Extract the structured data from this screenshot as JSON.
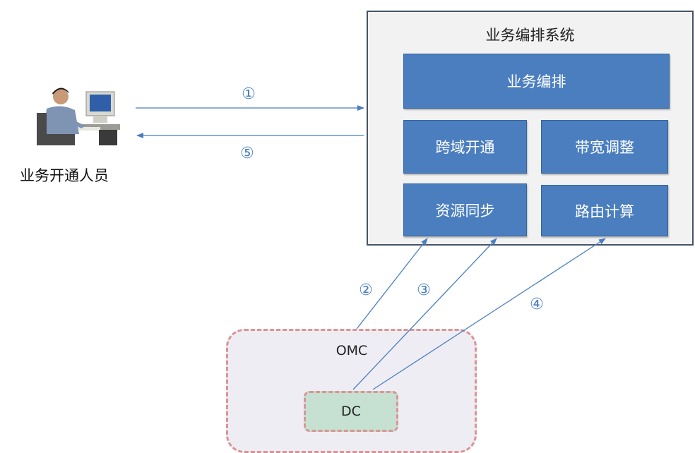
{
  "system": {
    "title": "业务编排系统",
    "blocks": {
      "orchestration": "业务编排",
      "cross_domain": "跨域开通",
      "bandwidth": "带宽调整",
      "resource_sync": "资源同步",
      "route_calc": "路由计算"
    }
  },
  "actor": {
    "label": "业务开通人员"
  },
  "omc": {
    "label": "OMC",
    "dc_label": "DC"
  },
  "steps": [
    "①",
    "②",
    "③",
    "④",
    "⑤"
  ],
  "colors": {
    "block": "#4a7ebf",
    "arrow": "#4a7ebf",
    "dashed_border": "#d99594",
    "omc_fill": "#efedf4",
    "dc_fill": "#c6e0d2"
  }
}
